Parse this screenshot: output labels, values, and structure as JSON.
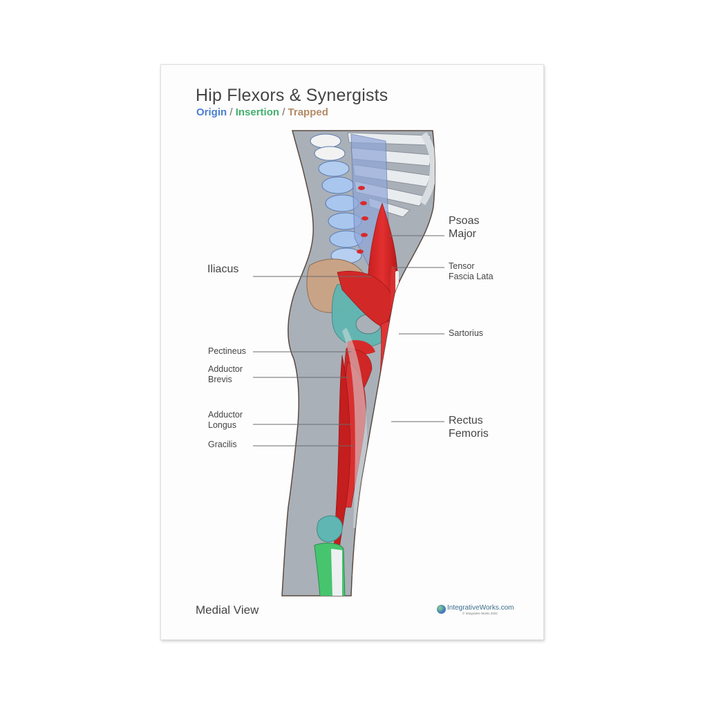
{
  "poster": {
    "title": "Hip Flexors & Synergists",
    "legend": {
      "origin": "Origin",
      "insertion": "Insertion",
      "trapped": "Trapped",
      "separator": " / ",
      "colors": {
        "origin": "#4a7fd0",
        "insertion": "#43b06f",
        "trapped": "#b38a66"
      }
    },
    "labels": {
      "psoas_major": [
        "Psoas",
        "Major"
      ],
      "iliacus": "Iliacus",
      "tensor_fascia_lata": [
        "Tensor",
        "Fascia Lata"
      ],
      "sartorius": "Sartorius",
      "pectineus": "Pectineus",
      "adductor_brevis": [
        "Adductor",
        "Brevis"
      ],
      "adductor_longus": [
        "Adductor",
        "Longus"
      ],
      "gracilis": "Gracilis",
      "rectus_femoris": [
        "Rectus",
        "Femoris"
      ]
    },
    "view": "Medial View",
    "brand": {
      "name": "IntegrativeWorks.com",
      "copyright": "© Integrative Works 2022"
    }
  }
}
